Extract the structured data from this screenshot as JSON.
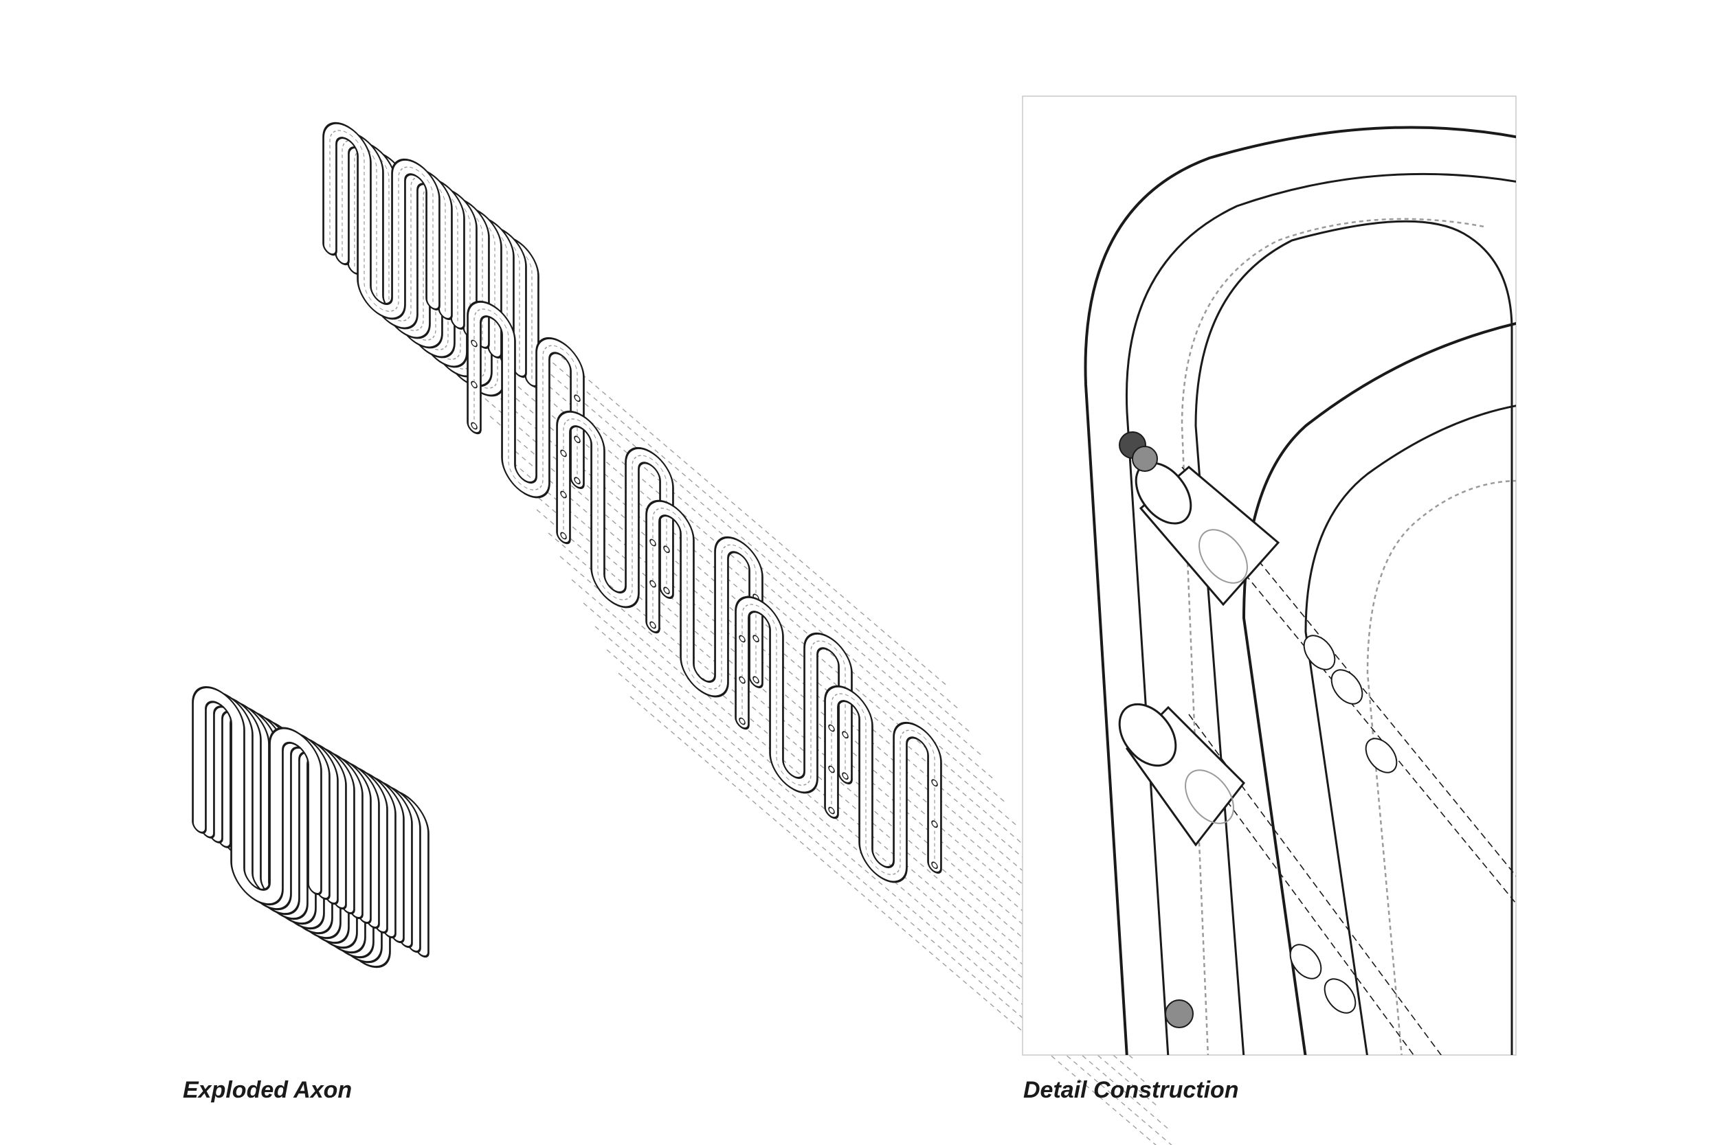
{
  "captions": {
    "left": "Exploded Axon",
    "right": "Detail Construction"
  },
  "colors": {
    "ink": "#1a1a1a",
    "dashed": "#9a9a9a",
    "fill": "#ffffff",
    "detail_border": "#c8c8c8",
    "dark_fastener": "#4a4a4a",
    "mid_fastener": "#8c8c8c"
  },
  "diagram": {
    "exploded_axon": {
      "assembled_stack_top_layers": 9,
      "assembled_stack_bottom_layers": 14,
      "exploded_panels": 5
    }
  }
}
